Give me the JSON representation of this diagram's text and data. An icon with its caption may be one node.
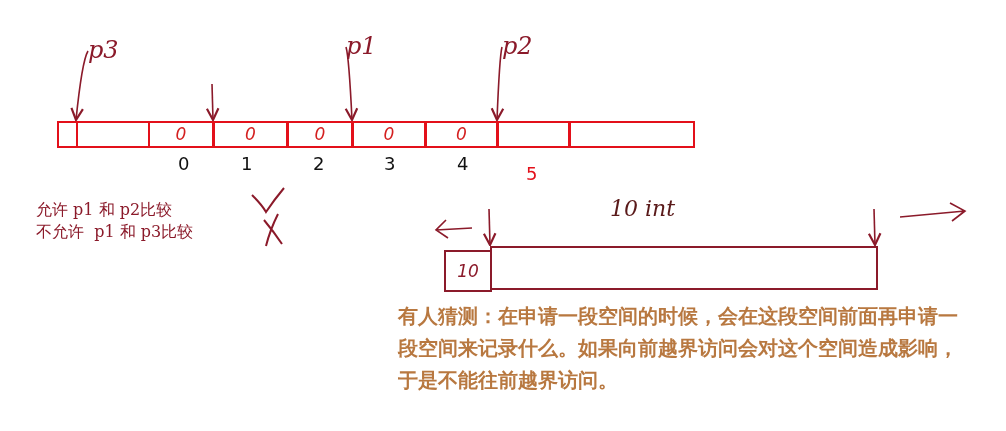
{
  "diagram": {
    "nodes": [
      {
        "text": [
          "p3"
        ]
      },
      {
        "text": [
          "p1"
        ]
      },
      {
        "text": [
          "p2"
        ]
      },
      {
        "text": [],
        "shape": "box"
      },
      {
        "text": [],
        "shape": "box"
      },
      {
        "text": [
          "0"
        ],
        "beside": [
          "0"
        ]
      },
      {
        "text": [
          "0"
        ],
        "beside": [
          "1"
        ]
      },
      {
        "text": [
          "0"
        ],
        "beside": [
          "2"
        ]
      },
      {
        "text": [
          "0"
        ],
        "beside": [
          "3"
        ]
      },
      {
        "text": [
          "0"
        ],
        "beside": [
          "4"
        ]
      },
      {
        "text": [],
        "shape": "box",
        "beside": [
          "5"
        ]
      },
      {
        "text": [],
        "shape": "box"
      },
      {
        "text": [
          "10"
        ]
      },
      {
        "text": [],
        "shape": "box",
        "beside": [
          "10 int"
        ]
      }
    ],
    "edges": [
      {
        "from": 0,
        "to": 4,
        "arrow": "to"
      },
      {
        "from": null,
        "to": 6,
        "arrow": "to"
      },
      {
        "from": 1,
        "to": 8,
        "arrow": "to"
      },
      {
        "from": 2,
        "to": 10,
        "arrow": "to"
      },
      {
        "from": null,
        "to": 13,
        "arrow": "to"
      },
      {
        "from": null,
        "to": 13,
        "arrow": "to"
      }
    ],
    "labels": [
      "允许 p1 和 p2比较",
      "不允许  p1 和 p3比较",
      "有人猜测：在申请一段空间的时候，会在这段空间前面再申请一段空间来记录什么。如果向前越界访问会对这个空间造成影响，于是不能往前越界访问。"
    ]
  }
}
